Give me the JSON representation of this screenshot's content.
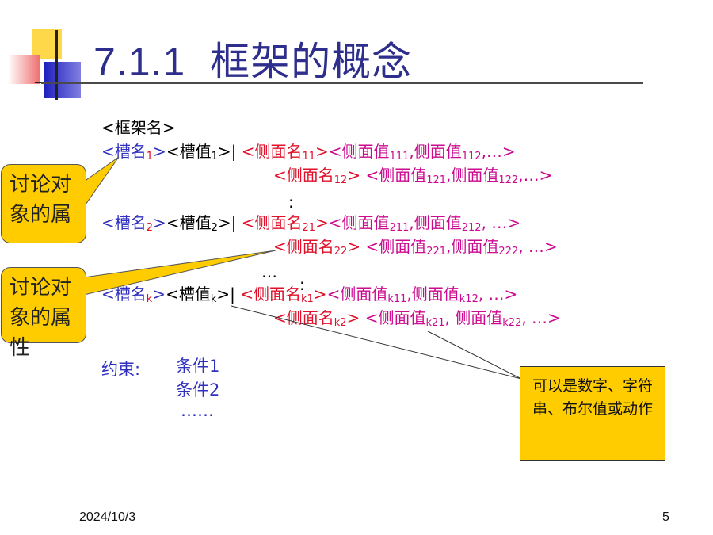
{
  "title": {
    "number": "7.1.1",
    "text": "框架的概念"
  },
  "frame_name": "<框架名>",
  "slot1": {
    "slot_prefix": "<槽名",
    "slot_sub": "1",
    "slot_suffix": ">",
    "val_prefix": "<槽值",
    "val_sub": "1",
    "val_suffix": ">|",
    "side1": {
      "name": "<侧面名",
      "name_sub": "11",
      "name_suffix": ">",
      "v1": "<侧面值",
      "v1_sub": "111",
      "v2": ",侧面值",
      "v2_sub": "112",
      "tail": ",…>"
    },
    "side2": {
      "name": "<侧面名",
      "name_sub": "12",
      "name_suffix": ">",
      "v1": "<侧面值",
      "v1_sub": "121",
      "v2": ",侧面值",
      "v2_sub": "122",
      "tail": ",…>"
    }
  },
  "slot2": {
    "slot_prefix": "<槽名",
    "slot_sub": "2",
    "slot_suffix": ">",
    "val_prefix": "<槽值",
    "val_sub": "2",
    "val_suffix": ">|",
    "side1": {
      "name": "<侧面名",
      "name_sub": "21",
      "name_suffix": ">",
      "v1": "<侧面值",
      "v1_sub": "211",
      "v2": ",侧面值",
      "v2_sub": "212",
      "tail": ",  …>"
    },
    "side2": {
      "name": "<侧面名",
      "name_sub": "22",
      "name_suffix": ">",
      "v1": "<侧面值",
      "v1_sub": "221",
      "v2": ",侧面值",
      "v2_sub": "222",
      "tail": ",  …>"
    }
  },
  "slotk": {
    "slot_prefix": "<槽名",
    "slot_sub": "k",
    "slot_suffix": ">",
    "val_prefix": "<槽值",
    "val_sub": "k",
    "val_suffix": ">|",
    "side1": {
      "name": "<侧面名",
      "name_sub": "k1",
      "name_suffix": ">",
      "v1": "<侧面值",
      "v1_sub": "k11",
      "v2": ",侧面值",
      "v2_sub": "k12",
      "tail": ",  …>"
    },
    "side2": {
      "name": "<侧面名",
      "name_sub": "k2",
      "name_suffix": ">",
      "v1": "<侧面值",
      "v1_sub": "k21",
      "v2": ", 侧面值",
      "v2_sub": "k22",
      "tail": ",  …>"
    }
  },
  "dots_vertical": ":",
  "dots_ellipsis": "…",
  "constraints": {
    "label": "约束:",
    "c1": "条件1",
    "c2": "条件2",
    "more": "……"
  },
  "callout1": "讨论对象的属",
  "callout2": "讨论对象的属性",
  "note": "可以是数字、字符串、布尔值或动作",
  "footer": {
    "date": "2024/10/3",
    "page": "5"
  },
  "colors": {
    "title": "#2e2e8c",
    "slot": "#3030c0",
    "side_name": "#e0102a",
    "side_value": "#cc0a90",
    "callout": "#ffcc00"
  }
}
